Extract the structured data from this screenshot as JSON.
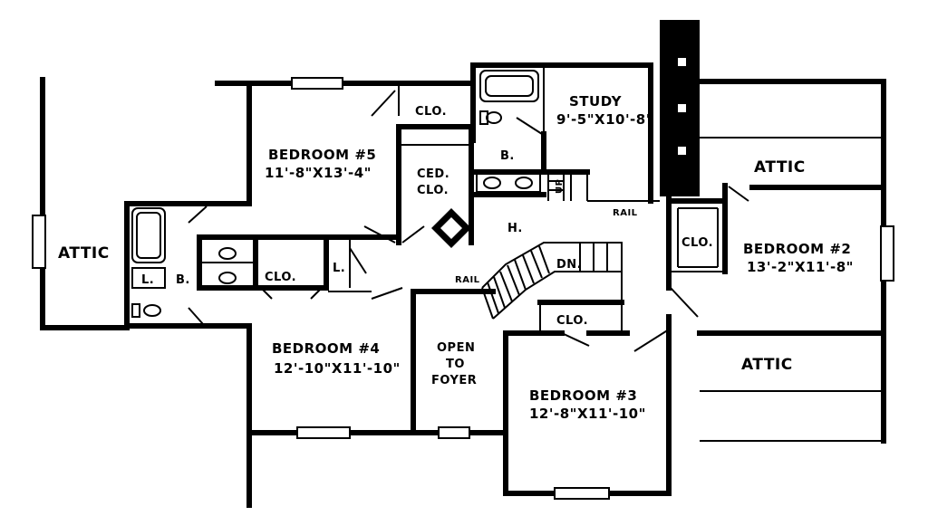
{
  "rooms": {
    "bedroom5": {
      "name": "BEDROOM #5",
      "dims": "11'-8\"X13'-4\""
    },
    "study": {
      "name": "STUDY",
      "dims": "9'-5\"X10'-8\""
    },
    "bedroom2": {
      "name": "BEDROOM #2",
      "dims": "13'-2\"X11'-8\""
    },
    "bedroom4": {
      "name": "BEDROOM #4",
      "dims": "12'-10\"X11'-10\""
    },
    "bedroom3": {
      "name": "BEDROOM #3",
      "dims": "12'-8\"X11'-10\""
    },
    "open_to_foyer": {
      "line1": "OPEN",
      "line2": "TO",
      "line3": "FOYER"
    }
  },
  "attics": {
    "left": "ATTIC",
    "right_top": "ATTIC",
    "right_bottom": "ATTIC"
  },
  "closets": {
    "clo_bed5": "CLO.",
    "ced_clo_line1": "CED.",
    "ced_clo_line2": "CLO.",
    "clo_middle": "CLO.",
    "clo_bed2": "CLO.",
    "clo_bed3": "CLO."
  },
  "baths": {
    "bath_study": "B.",
    "bath_left": "B.",
    "linen_left": "L.",
    "linen_middle": "L."
  },
  "hall": "H.",
  "stairs": {
    "up": "UP",
    "down": "DN."
  },
  "rails": {
    "rail_left": "RAIL",
    "rail_right": "RAIL"
  }
}
